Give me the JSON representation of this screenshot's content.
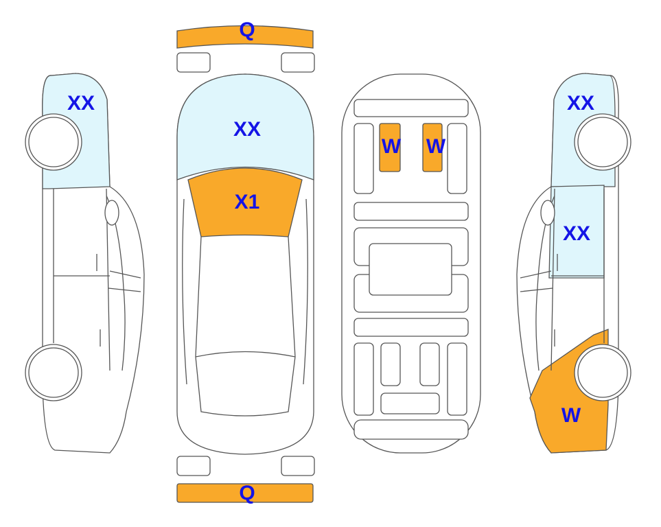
{
  "colors": {
    "damage_orange": "#f9a92a",
    "damage_blue": "#dff6fc",
    "label": "#1414e6",
    "outline": "#555555"
  },
  "labels": {
    "front_bumper": "Q",
    "left_side_front": "XX",
    "top_front": "XX",
    "windshield": "X1",
    "under_left": "W",
    "under_right": "W",
    "right_side_front": "XX",
    "right_side_middle": "XX",
    "right_side_rear": "W",
    "rear_bumper": "Q"
  }
}
